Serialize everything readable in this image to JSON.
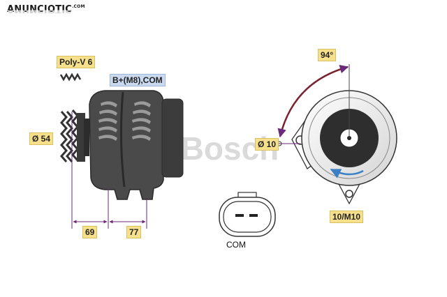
{
  "site": {
    "brand": "ANUNCIOTIC",
    "brand_suffix": ".COM"
  },
  "watermark": {
    "symbol": "©",
    "text": "Bosch"
  },
  "labels": {
    "belt": "Poly-V 6",
    "terminal": "B+(M8),COM",
    "pulley_diameter": "Ø 54",
    "dim_left": "69",
    "dim_right": "77",
    "angle": "94°",
    "hole_diameter": "Ø 10",
    "thread": "10/M10",
    "connector": "COM"
  },
  "colors": {
    "label_bg": "#f6e08c",
    "terminal_bg": "#c9daf0",
    "dimension_line": "#6b2a7a",
    "rotation_arrow": "#3b7fc4",
    "housing": "#4a4a4a"
  }
}
